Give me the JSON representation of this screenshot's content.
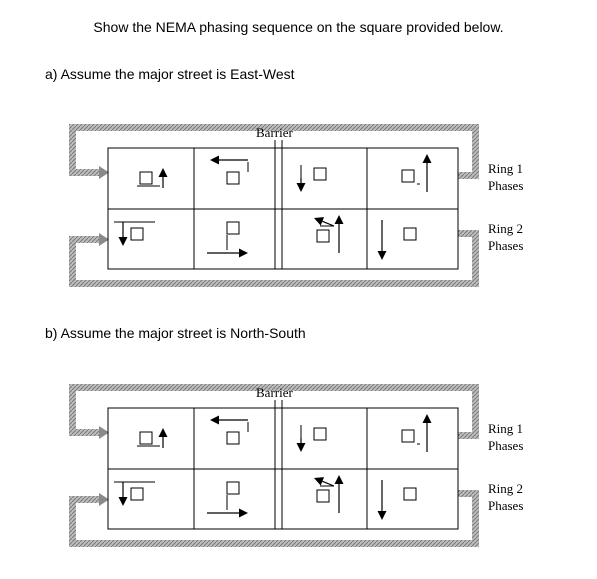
{
  "header": {
    "instruction": "Show the NEMA phasing sequence on the square provided below."
  },
  "parts": [
    {
      "label": "a)  Assume the major street is East-West",
      "barrier_label": "Barrier",
      "ring1_label": [
        "Ring 1",
        "Phases"
      ],
      "ring2_label": [
        "Ring 2",
        "Phases"
      ]
    },
    {
      "label": "b)  Assume the major street is North-South",
      "barrier_label": "Barrier",
      "ring1_label": [
        "Ring 1",
        "Phases"
      ],
      "ring2_label": [
        "Ring 2",
        "Phases"
      ]
    }
  ],
  "colors": {
    "hatch": "#9a9a9a",
    "line": "#000000"
  }
}
